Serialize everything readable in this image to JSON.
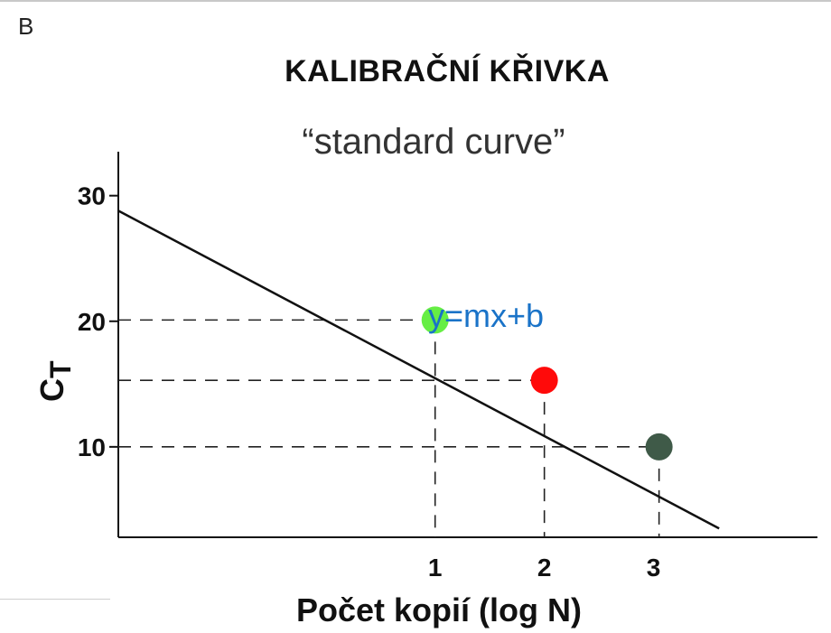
{
  "panel_label": "B",
  "chart_data": {
    "type": "scatter",
    "title": "KALIBRAČNÍ KŘIVKA",
    "subtitle": "“standard curve”",
    "xlabel": "Počet kopií (log N)",
    "ylabel_main": "C",
    "ylabel_sub": "T",
    "annotation": "y=mx+b",
    "xlim": [
      -1.9,
      4.5
    ],
    "ylim": [
      2.8,
      33.5
    ],
    "x_ticks": [
      {
        "value": 1,
        "label": "1"
      },
      {
        "value": 2,
        "label": "2"
      },
      {
        "value": 3,
        "label": "3"
      }
    ],
    "y_ticks": [
      {
        "value": 10,
        "label": "10"
      },
      {
        "value": 20,
        "label": "20"
      },
      {
        "value": 30,
        "label": "30"
      }
    ],
    "line": {
      "x": [
        -1.9,
        3.6
      ],
      "y": [
        28.8,
        3.5
      ]
    },
    "points": [
      {
        "x": 1,
        "y": 20.1,
        "color": "#66ee44"
      },
      {
        "x": 2,
        "y": 15.3,
        "color": "#ff0a0a"
      },
      {
        "x": 3.05,
        "y": 10.0,
        "color": "#3f5a48"
      }
    ],
    "grid": false
  }
}
